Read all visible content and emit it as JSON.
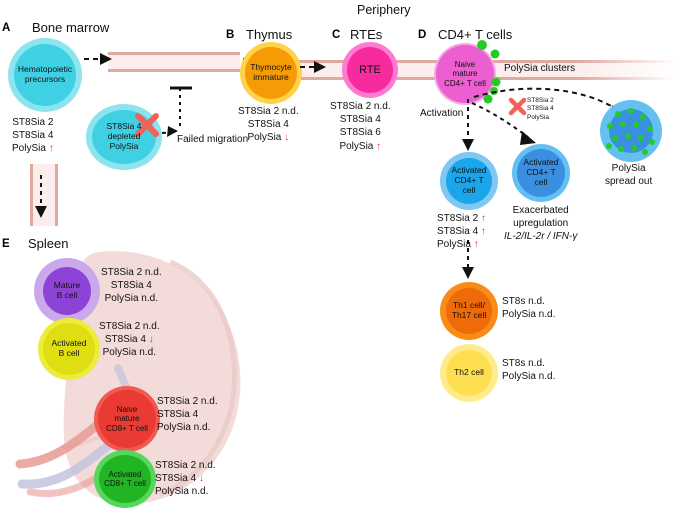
{
  "figure": {
    "periphery_label": "Periphery"
  },
  "panels": {
    "a": {
      "letter": "A",
      "title": "Bone marrow",
      "cell_precursor": "Hematopoietic\nprecursors",
      "notes_precursor": [
        "ST8Sia 2",
        "ST8Sia 4",
        "PolySia"
      ],
      "precursor_arrow": "up",
      "cell_depleted": "ST8Sia 4\ndepleted PolySia",
      "failed_migration": "Failed migration"
    },
    "b": {
      "letter": "B",
      "title": "Thymus",
      "cell": "Thymocyte\nimmature",
      "notes": [
        "ST8Sia 2 n.d.",
        "ST8Sia 4",
        "PolySia"
      ],
      "arrow": "down"
    },
    "c": {
      "letter": "C",
      "title": "RTEs",
      "cell": "RTE",
      "notes": [
        "ST8Sia 2 n.d.",
        "ST8Sia 4",
        "ST8Sia 6",
        "PolySia"
      ],
      "arrow": "up"
    },
    "d": {
      "letter": "D",
      "title": "CD4+ T cells",
      "cell_naive": "Naive\nmature\nCD4+ T cell",
      "polysia_clusters": "PolySia clusters",
      "activation": "Activation",
      "blocked_list": [
        "ST8Sia 2",
        "ST8Sia 4",
        "PolySia"
      ],
      "cell_activated_left": "Activated\nCD4+ T cell",
      "notes_activated_left": [
        "ST8Sia 2",
        "ST8Sia 4",
        "PolySia"
      ],
      "cell_activated_right": "Activated\nCD4+ T cell",
      "exacerbated_line1": "Exacerbated",
      "exacerbated_line2": "upregulation",
      "exacerbated_line3": "IL-2/IL-2r / IFN-γ",
      "polysia_spread_line1": "PolySia",
      "polysia_spread_line2": "spread out",
      "cell_th1": "Th1 cell/\nTh17 cell",
      "notes_th1": [
        "ST8s n.d.",
        "PolySia n.d."
      ],
      "cell_th2": "Th2 cell",
      "notes_th2": [
        "ST8s n.d.",
        "PolySia n.d."
      ]
    },
    "e": {
      "letter": "E",
      "title": "Spleen",
      "cell_mature_b": "Mature\nB cell",
      "notes_mature_b": [
        "ST8Sia 2 n.d.",
        "ST8Sia 4",
        "PolySia n.d."
      ],
      "cell_activated_b": "Activated\nB cell",
      "notes_activated_b": [
        "ST8Sia 2 n.d.",
        "ST8Sia 4",
        "PolySia n.d."
      ],
      "cell_naive_cd8": "Naive\nmature\nCD8+ T cell",
      "notes_naive_cd8": [
        "ST8Sia 2 n.d.",
        "ST8Sia 4",
        "PolySia n.d."
      ],
      "cell_activated_cd8": "Activated\nCD8+ T cell",
      "notes_activated_cd8": [
        "ST8Sia 2 n.d.",
        "ST8Sia 4",
        "PolySia n.d."
      ]
    }
  },
  "colors": {
    "cyan_outer": "#8ce4ee",
    "cyan_inner": "#3fd0e3",
    "orange_outer": "#ffd24a",
    "orange_inner": "#f59b05",
    "magenta_outer": "#ff7ad0",
    "magenta_inner": "#f72a9e",
    "pink_outer": "#f7a8e4",
    "pink_inner": "#ec5fd1",
    "blue_outer": "#7fc8f2",
    "blue_inner": "#1ba5ea",
    "blue_light_outer": "#63c0f0",
    "blue_light_inner": "#3a8fe0",
    "green_dot": "#22cc22",
    "th1_outer": "#f98b16",
    "th1_inner": "#ef6b09",
    "th2_outer": "#ffeb8c",
    "th2_inner": "#ffdf52",
    "purple_outer": "#c9a8ec",
    "purple_inner": "#8c43d6",
    "yellow_outer": "#ecec3a",
    "yellow_inner": "#dede12",
    "red_outer": "#f05a53",
    "red_inner": "#ea3a34",
    "green_outer": "#56d65a",
    "green_inner": "#21b523",
    "red_arrow": "#e8342a",
    "vessel_wall": "#e0a8a0",
    "vessel_fill": "#fbeeec",
    "spleen_fill": "#f2d9d7",
    "cross_red": "#f0625a"
  }
}
